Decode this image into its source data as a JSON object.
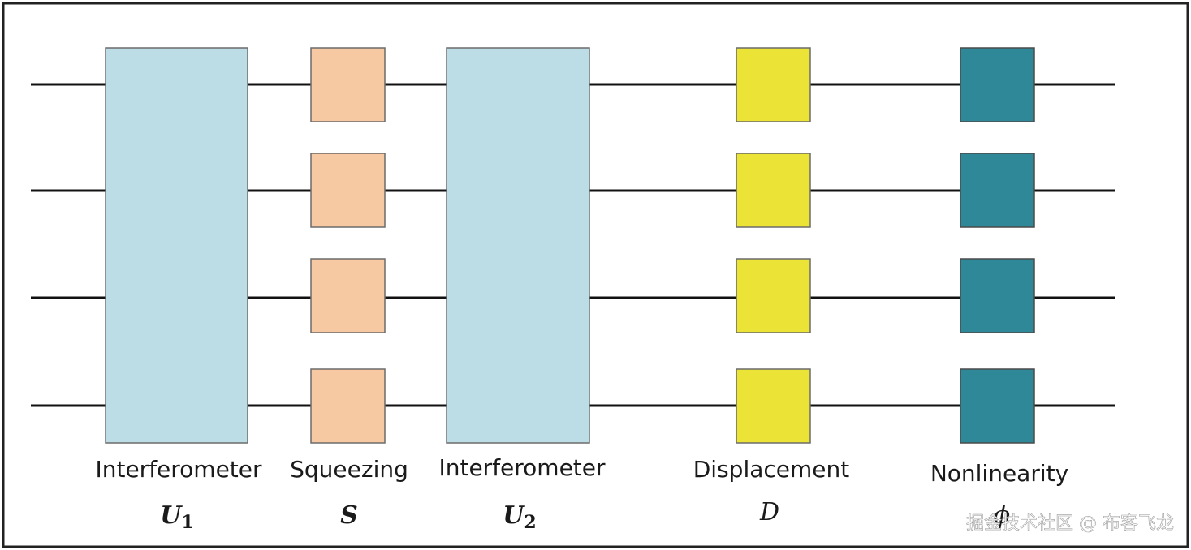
{
  "diagram": {
    "wire_count": 4,
    "colors": {
      "wire": "#111111",
      "frame": "#222222",
      "interferometer": "#bcdde6",
      "squeezing": "#f7c9a3",
      "displacement": "#ebe335",
      "nonlinearity": "#2e8898",
      "box_stroke": "#6b6b6b"
    },
    "stages": [
      {
        "id": "u1",
        "label": "Interferometer",
        "symbol": "U",
        "subscript": "1",
        "kind": "interferometer"
      },
      {
        "id": "s",
        "label": "Squeezing",
        "symbol": "S",
        "subscript": "",
        "kind": "squeezing"
      },
      {
        "id": "u2",
        "label": "Interferometer",
        "symbol": "U",
        "subscript": "2",
        "kind": "interferometer"
      },
      {
        "id": "d",
        "label": "Displacement",
        "symbol": "D",
        "subscript": "",
        "kind": "displacement"
      },
      {
        "id": "phi",
        "label": "Nonlinearity",
        "symbol": "ϕ",
        "subscript": "",
        "kind": "nonlinearity"
      }
    ]
  },
  "watermark": "掘金技术社区 @ 布客飞龙"
}
